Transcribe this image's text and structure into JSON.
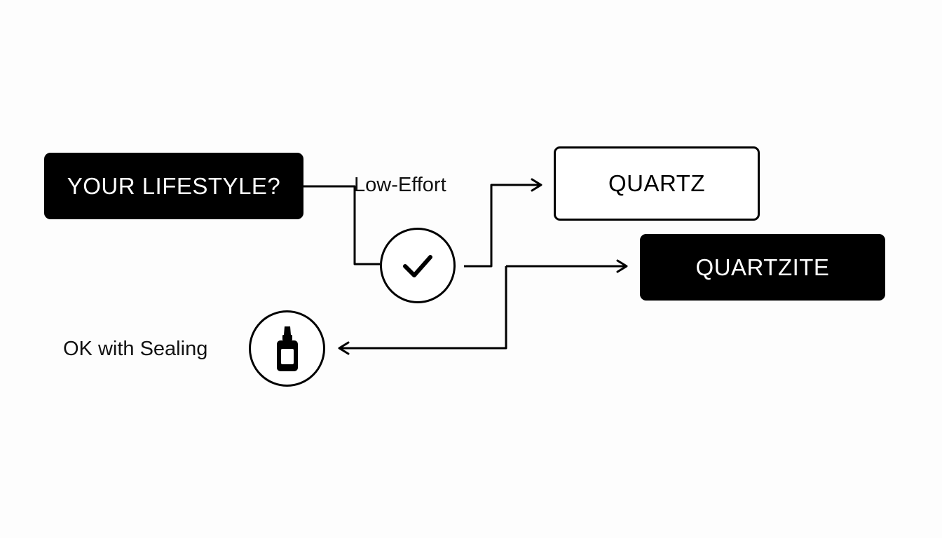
{
  "diagram": {
    "start_node": {
      "label": "YOUR LIFESTYLE?"
    },
    "edge_low_effort": {
      "label": "Low-Effort"
    },
    "decision_icon": {
      "icon": "checkmark-icon"
    },
    "result_quartz": {
      "label": "QUARTZ"
    },
    "result_quartzite": {
      "label": "QUARTZITE"
    },
    "sealing_icon": {
      "icon": "sealant-bottle-icon"
    },
    "edge_sealing": {
      "label": "OK with Sealing"
    }
  },
  "colors": {
    "dark_fill": "#000000",
    "light_fill": "#ffffff",
    "stroke": "#000000",
    "background": "#fdfdfd"
  }
}
